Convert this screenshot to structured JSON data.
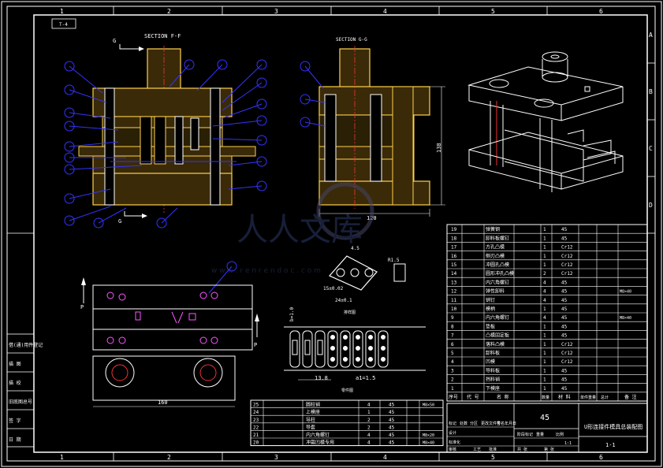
{
  "sheet": {
    "col_labels": [
      "1",
      "2",
      "3",
      "4",
      "5",
      "6"
    ],
    "row_labels": [
      "A",
      "B",
      "C",
      "D"
    ],
    "drawing_id_tag": "T-4"
  },
  "sections": {
    "ff_title": "SECTION F-F",
    "gg_title": "SECTION G-G",
    "g_marker_top": "G",
    "g_marker_bottom": "G",
    "p_marker": "P"
  },
  "dimensions": {
    "height_138": "138",
    "width_120": "120",
    "width_160": "160",
    "part_15": "15±0.02",
    "part_24": "24±0.1",
    "strip_13_8": "13.8",
    "strip_a": "a1=1.5",
    "strip_b": "b=1.0",
    "r_1_5": "R1.5",
    "part_4_5": "4.5"
  },
  "watermark": {
    "text": "人人文库",
    "url": "w w w . r e n r e n d o c . c o m"
  },
  "strip_caption": "排样图",
  "part_caption": "零件图",
  "left_block": [
    "借(通)用件登记",
    "描 图",
    "描 校",
    "旧底图总号",
    "签 字",
    "日 期"
  ],
  "bom_top": [
    {
      "no": "19",
      "name": "弹簧钢",
      "qty": "1",
      "mat": "45",
      "note": ""
    },
    {
      "no": "18",
      "name": "卸料板螺钉",
      "qty": "1",
      "mat": "45",
      "note": ""
    },
    {
      "no": "17",
      "name": "方孔凸模",
      "qty": "1",
      "mat": "Cr12",
      "note": ""
    },
    {
      "no": "16",
      "name": "侧刃凸模",
      "qty": "1",
      "mat": "Cr12",
      "note": ""
    },
    {
      "no": "15",
      "name": "冲圆孔凸模",
      "qty": "1",
      "mat": "Cr12",
      "note": ""
    },
    {
      "no": "14",
      "name": "圆形冲孔凸模",
      "qty": "2",
      "mat": "Cr12",
      "note": ""
    },
    {
      "no": "13",
      "name": "内六角螺钉",
      "qty": "4",
      "mat": "45",
      "note": ""
    },
    {
      "no": "12",
      "name": "弹性卸料",
      "qty": "4",
      "mat": "45",
      "note": "M8×40"
    },
    {
      "no": "11",
      "name": "销钉",
      "qty": "4",
      "mat": "45",
      "note": ""
    },
    {
      "no": "10",
      "name": "模柄",
      "qty": "1",
      "mat": "45",
      "note": ""
    },
    {
      "no": "9",
      "name": "内六角螺钉",
      "qty": "4",
      "mat": "45",
      "note": "M8×40"
    },
    {
      "no": "8",
      "name": "垫板",
      "qty": "1",
      "mat": "45",
      "note": ""
    },
    {
      "no": "7",
      "name": "凸模固定板",
      "qty": "1",
      "mat": "45",
      "note": ""
    },
    {
      "no": "6",
      "name": "落料凸模",
      "qty": "1",
      "mat": "Cr12",
      "note": ""
    },
    {
      "no": "5",
      "name": "卸料板",
      "qty": "1",
      "mat": "Cr12",
      "note": ""
    },
    {
      "no": "4",
      "name": "凹模",
      "qty": "1",
      "mat": "Cr12",
      "note": ""
    },
    {
      "no": "3",
      "name": "导料板",
      "qty": "1",
      "mat": "45",
      "note": ""
    },
    {
      "no": "2",
      "name": "挡料销",
      "qty": "1",
      "mat": "45",
      "note": ""
    },
    {
      "no": "1",
      "name": "下模座",
      "qty": "1",
      "mat": "45",
      "note": ""
    }
  ],
  "bom_header": {
    "no": "序号",
    "code": "代 号",
    "name": "名 称",
    "qty": "数量",
    "mat": "材 料",
    "unit": "单件重量",
    "total": "总计",
    "note": "备 注"
  },
  "bom_bottom": [
    {
      "no": "25",
      "name": "圆柱销",
      "qty": "4",
      "mat": "45",
      "note": "M8×50"
    },
    {
      "no": "24",
      "name": "上模座",
      "qty": "1",
      "mat": "45",
      "note": ""
    },
    {
      "no": "23",
      "name": "导柱",
      "qty": "2",
      "mat": "45",
      "note": ""
    },
    {
      "no": "22",
      "name": "导套",
      "qty": "2",
      "mat": "45",
      "note": ""
    },
    {
      "no": "21",
      "name": "内六角螺钉",
      "qty": "4",
      "mat": "45",
      "note": "M8×20"
    },
    {
      "no": "20",
      "name": "冲裁凹模专用",
      "qty": "4",
      "mat": "45",
      "note": "M8×40"
    }
  ],
  "title_block": {
    "material": "45",
    "title": "U形连接件模具总装配图",
    "drawing_no": "1-1",
    "scale": "1:1",
    "labels": [
      "标记",
      "处数",
      "分区",
      "更改文件号",
      "签名",
      "年月日",
      "设计",
      "标准化",
      "阶段标记",
      "重量",
      "比例",
      "审核",
      "工艺",
      "批准",
      "共 张",
      "第 张"
    ]
  }
}
